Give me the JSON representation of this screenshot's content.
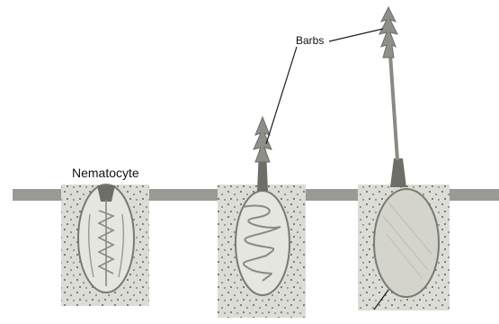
{
  "labels": {
    "nematocyte": "Nematocyte",
    "barbs": "Barbs"
  },
  "colors": {
    "tissue_band": "#9a9a94",
    "capsule_fill": "#dcdcd6",
    "capsule_stipple": "#3a3a3a",
    "thread": "#8a8a84",
    "barb_tip": "#6e6e68",
    "leader_line": "#1a1a1a",
    "text": "#111111"
  },
  "stages": [
    {
      "name": "coiled-nematocyst"
    },
    {
      "name": "partially-discharged-nematocyst"
    },
    {
      "name": "fully-discharged-nematocyst"
    }
  ]
}
